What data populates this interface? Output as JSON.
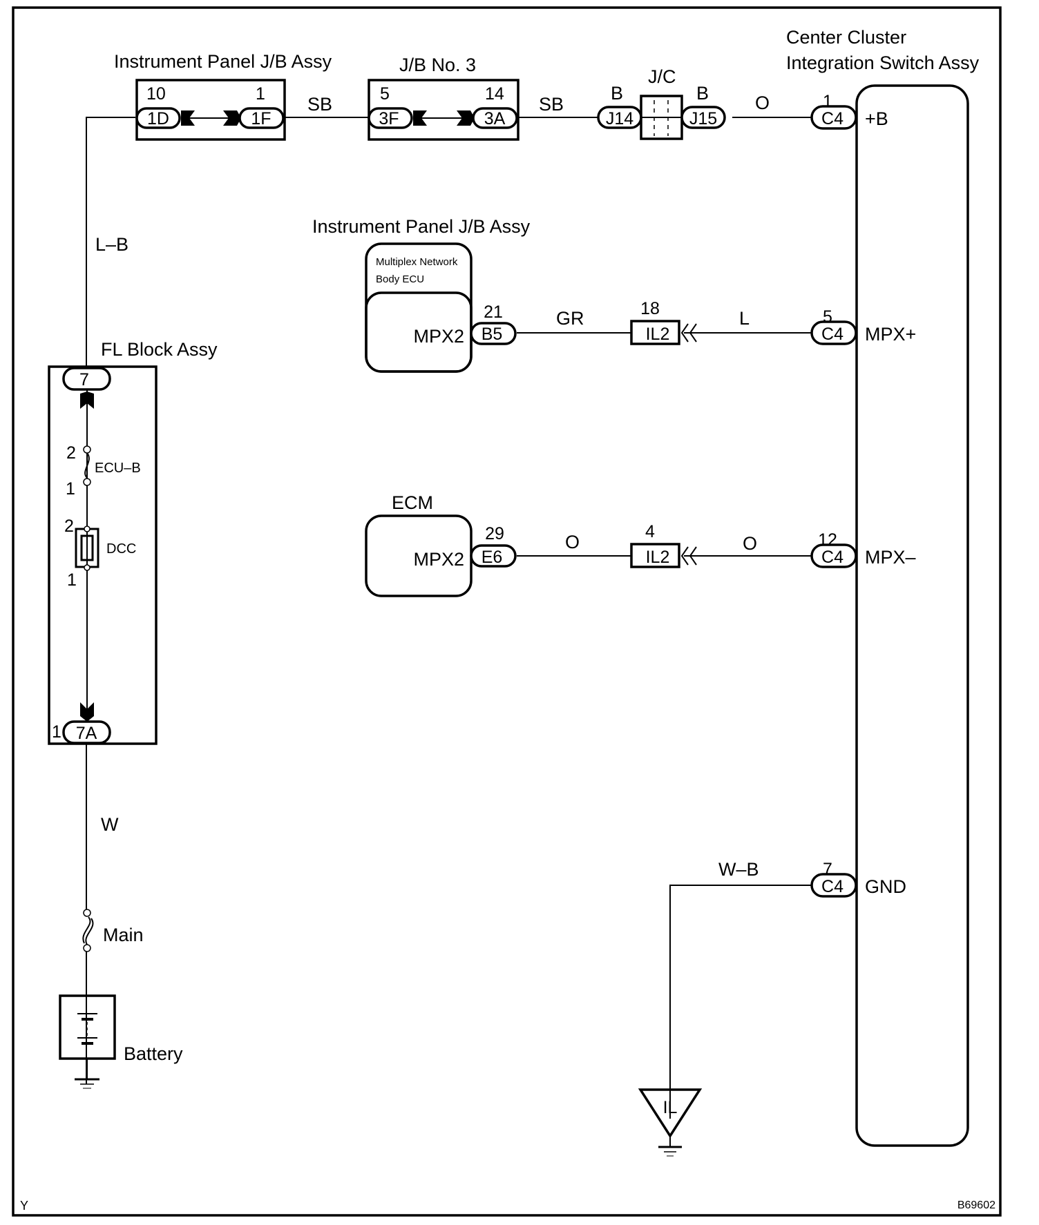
{
  "diagram": {
    "id_code": "B69602",
    "corner_mark": "Y",
    "components": {
      "ip_jb_top": {
        "title": "Instrument Panel J/B Assy",
        "left_pin": "10",
        "left_conn": "1D",
        "right_pin": "1",
        "right_conn": "1F"
      },
      "jb3": {
        "title": "J/B No. 3",
        "left_pin": "5",
        "left_conn": "3F",
        "right_pin": "14",
        "right_conn": "3A"
      },
      "jc": {
        "title": "J/C",
        "left_conn": "J14",
        "left_wire": "B",
        "right_conn": "J15",
        "right_wire": "B"
      },
      "switch_assy": {
        "title_line1": "Center Cluster",
        "title_line2": "Integration Switch Assy",
        "terminals": [
          {
            "pin": "1",
            "conn": "C4",
            "name": "+B"
          },
          {
            "pin": "5",
            "conn": "C4",
            "name": "MPX+"
          },
          {
            "pin": "12",
            "conn": "C4",
            "name": "MPX–"
          },
          {
            "pin": "7",
            "conn": "C4",
            "name": "GND"
          }
        ]
      },
      "ip_jb_mid": {
        "title": "Instrument Panel J/B Assy",
        "ecu_line1": "Multiplex Network",
        "ecu_line2": "Body ECU",
        "terminal": "MPX2",
        "pin": "21",
        "conn": "B5"
      },
      "ecm": {
        "title": "ECM",
        "terminal": "MPX2",
        "pin": "29",
        "conn": "E6"
      },
      "il2_upper": {
        "pin": "18",
        "conn": "IL2"
      },
      "il2_lower": {
        "pin": "4",
        "conn": "IL2"
      },
      "fl_block": {
        "title": "FL Block Assy",
        "top_conn": "7",
        "bottom_pin": "1",
        "bottom_conn": "7A",
        "fuse_ecub": {
          "name": "ECU–B",
          "pin_top": "2",
          "pin_bottom": "1"
        },
        "fuse_dcc": {
          "name": "DCC",
          "pin_top": "2",
          "pin_bottom": "1"
        }
      },
      "main_fuse": {
        "name": "Main"
      },
      "battery": {
        "name": "Battery"
      },
      "ground_il": {
        "name": "IL"
      }
    },
    "wires": {
      "top_1": "SB",
      "top_2": "SB",
      "top_3": "O",
      "left_upper": "L–B",
      "left_lower": "W",
      "mpxp_left": "GR",
      "mpxp_right": "L",
      "mpxm_left": "O",
      "mpxm_right": "O",
      "gnd": "W–B"
    }
  }
}
